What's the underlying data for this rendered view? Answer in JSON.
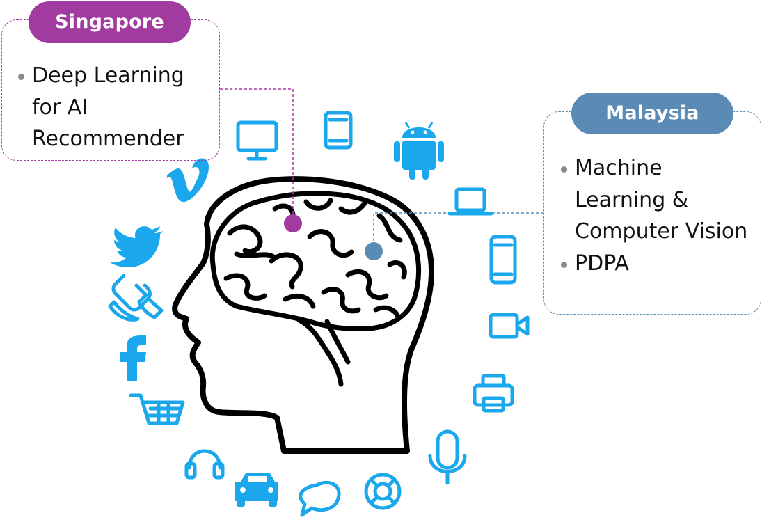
{
  "colors": {
    "icon_blue": "#1aa7ec",
    "singapore_purple": "#a13b9f",
    "malaysia_blue": "#5a8bb5",
    "outline": "#000000"
  },
  "singapore": {
    "label": "Singapore",
    "bullets": [
      "Deep Learning for AI Recommender"
    ]
  },
  "malaysia": {
    "label": "Malaysia",
    "bullets": [
      "Machine Learning & Computer Vision",
      "PDPA"
    ]
  },
  "icons": [
    "monitor-icon",
    "tablet-icon",
    "android-icon",
    "laptop-icon",
    "smartphone-icon",
    "video-camera-icon",
    "printer-icon",
    "microphone-icon",
    "lifebuoy-icon",
    "chat-bubble-icon",
    "car-icon",
    "headphones-icon",
    "shopping-cart-icon",
    "facebook-icon",
    "phone-icon",
    "twitter-icon",
    "vimeo-icon"
  ]
}
